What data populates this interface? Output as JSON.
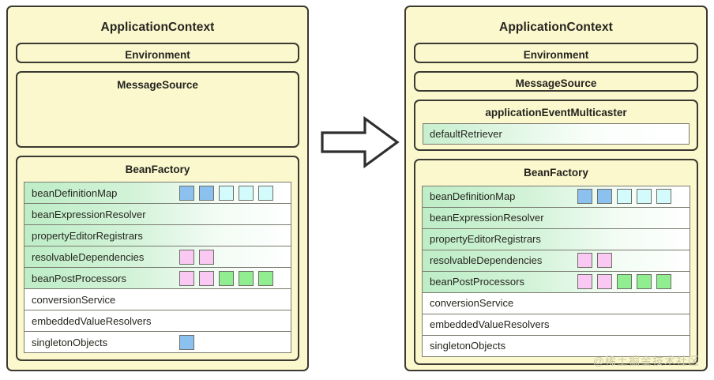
{
  "diagram": {
    "title": "Spring ApplicationContext before and after refresh",
    "watermark": "@稀土掘金技术社区",
    "arrow_icon": "right-arrow-icon",
    "colors": {
      "panel_bg": "#fbf8cd",
      "panel_border": "#3a3a32",
      "row_tint": "#bdedc6",
      "square_blue": "#8cc0ef",
      "square_cyan": "#d4fbfb",
      "square_pink": "#f9c9f3",
      "square_green": "#90ee90",
      "watermark": "#cdc9a4"
    }
  },
  "left_panel": {
    "title": "ApplicationContext",
    "environment": {
      "title": "Environment"
    },
    "message_source": {
      "title": "MessageSource"
    },
    "bean_factory": {
      "title": "BeanFactory",
      "rows": [
        {
          "label": "beanDefinitionMap",
          "tinted": true,
          "squares": [
            "blue",
            "blue",
            "cyan",
            "cyan",
            "cyan"
          ]
        },
        {
          "label": "beanExpressionResolver",
          "tinted": true,
          "squares": []
        },
        {
          "label": "propertyEditorRegistrars",
          "tinted": true,
          "squares": []
        },
        {
          "label": "resolvableDependencies",
          "tinted": true,
          "squares": [
            "pink",
            "pink"
          ]
        },
        {
          "label": "beanPostProcessors",
          "tinted": true,
          "squares": [
            "pink",
            "pink",
            "green",
            "green",
            "green"
          ]
        },
        {
          "label": "conversionService",
          "tinted": false,
          "squares": []
        },
        {
          "label": "embeddedValueResolvers",
          "tinted": false,
          "squares": []
        },
        {
          "label": "singletonObjects",
          "tinted": false,
          "squares": [
            "blue"
          ]
        }
      ]
    }
  },
  "right_panel": {
    "title": "ApplicationContext",
    "environment": {
      "title": "Environment"
    },
    "message_source": {
      "title": "MessageSource"
    },
    "event_multicaster": {
      "title": "applicationEventMulticaster",
      "retriever_label": "defaultRetriever"
    },
    "bean_factory": {
      "title": "BeanFactory",
      "rows": [
        {
          "label": "beanDefinitionMap",
          "tinted": true,
          "squares": [
            "blue",
            "blue",
            "cyan",
            "cyan",
            "cyan"
          ]
        },
        {
          "label": "beanExpressionResolver",
          "tinted": true,
          "squares": []
        },
        {
          "label": "propertyEditorRegistrars",
          "tinted": true,
          "squares": []
        },
        {
          "label": "resolvableDependencies",
          "tinted": true,
          "squares": [
            "pink",
            "pink"
          ]
        },
        {
          "label": "beanPostProcessors",
          "tinted": true,
          "squares": [
            "pink",
            "pink",
            "green",
            "green",
            "green"
          ]
        },
        {
          "label": "conversionService",
          "tinted": false,
          "squares": []
        },
        {
          "label": "embeddedValueResolvers",
          "tinted": false,
          "squares": []
        },
        {
          "label": "singletonObjects",
          "tinted": false,
          "squares": []
        }
      ]
    }
  }
}
